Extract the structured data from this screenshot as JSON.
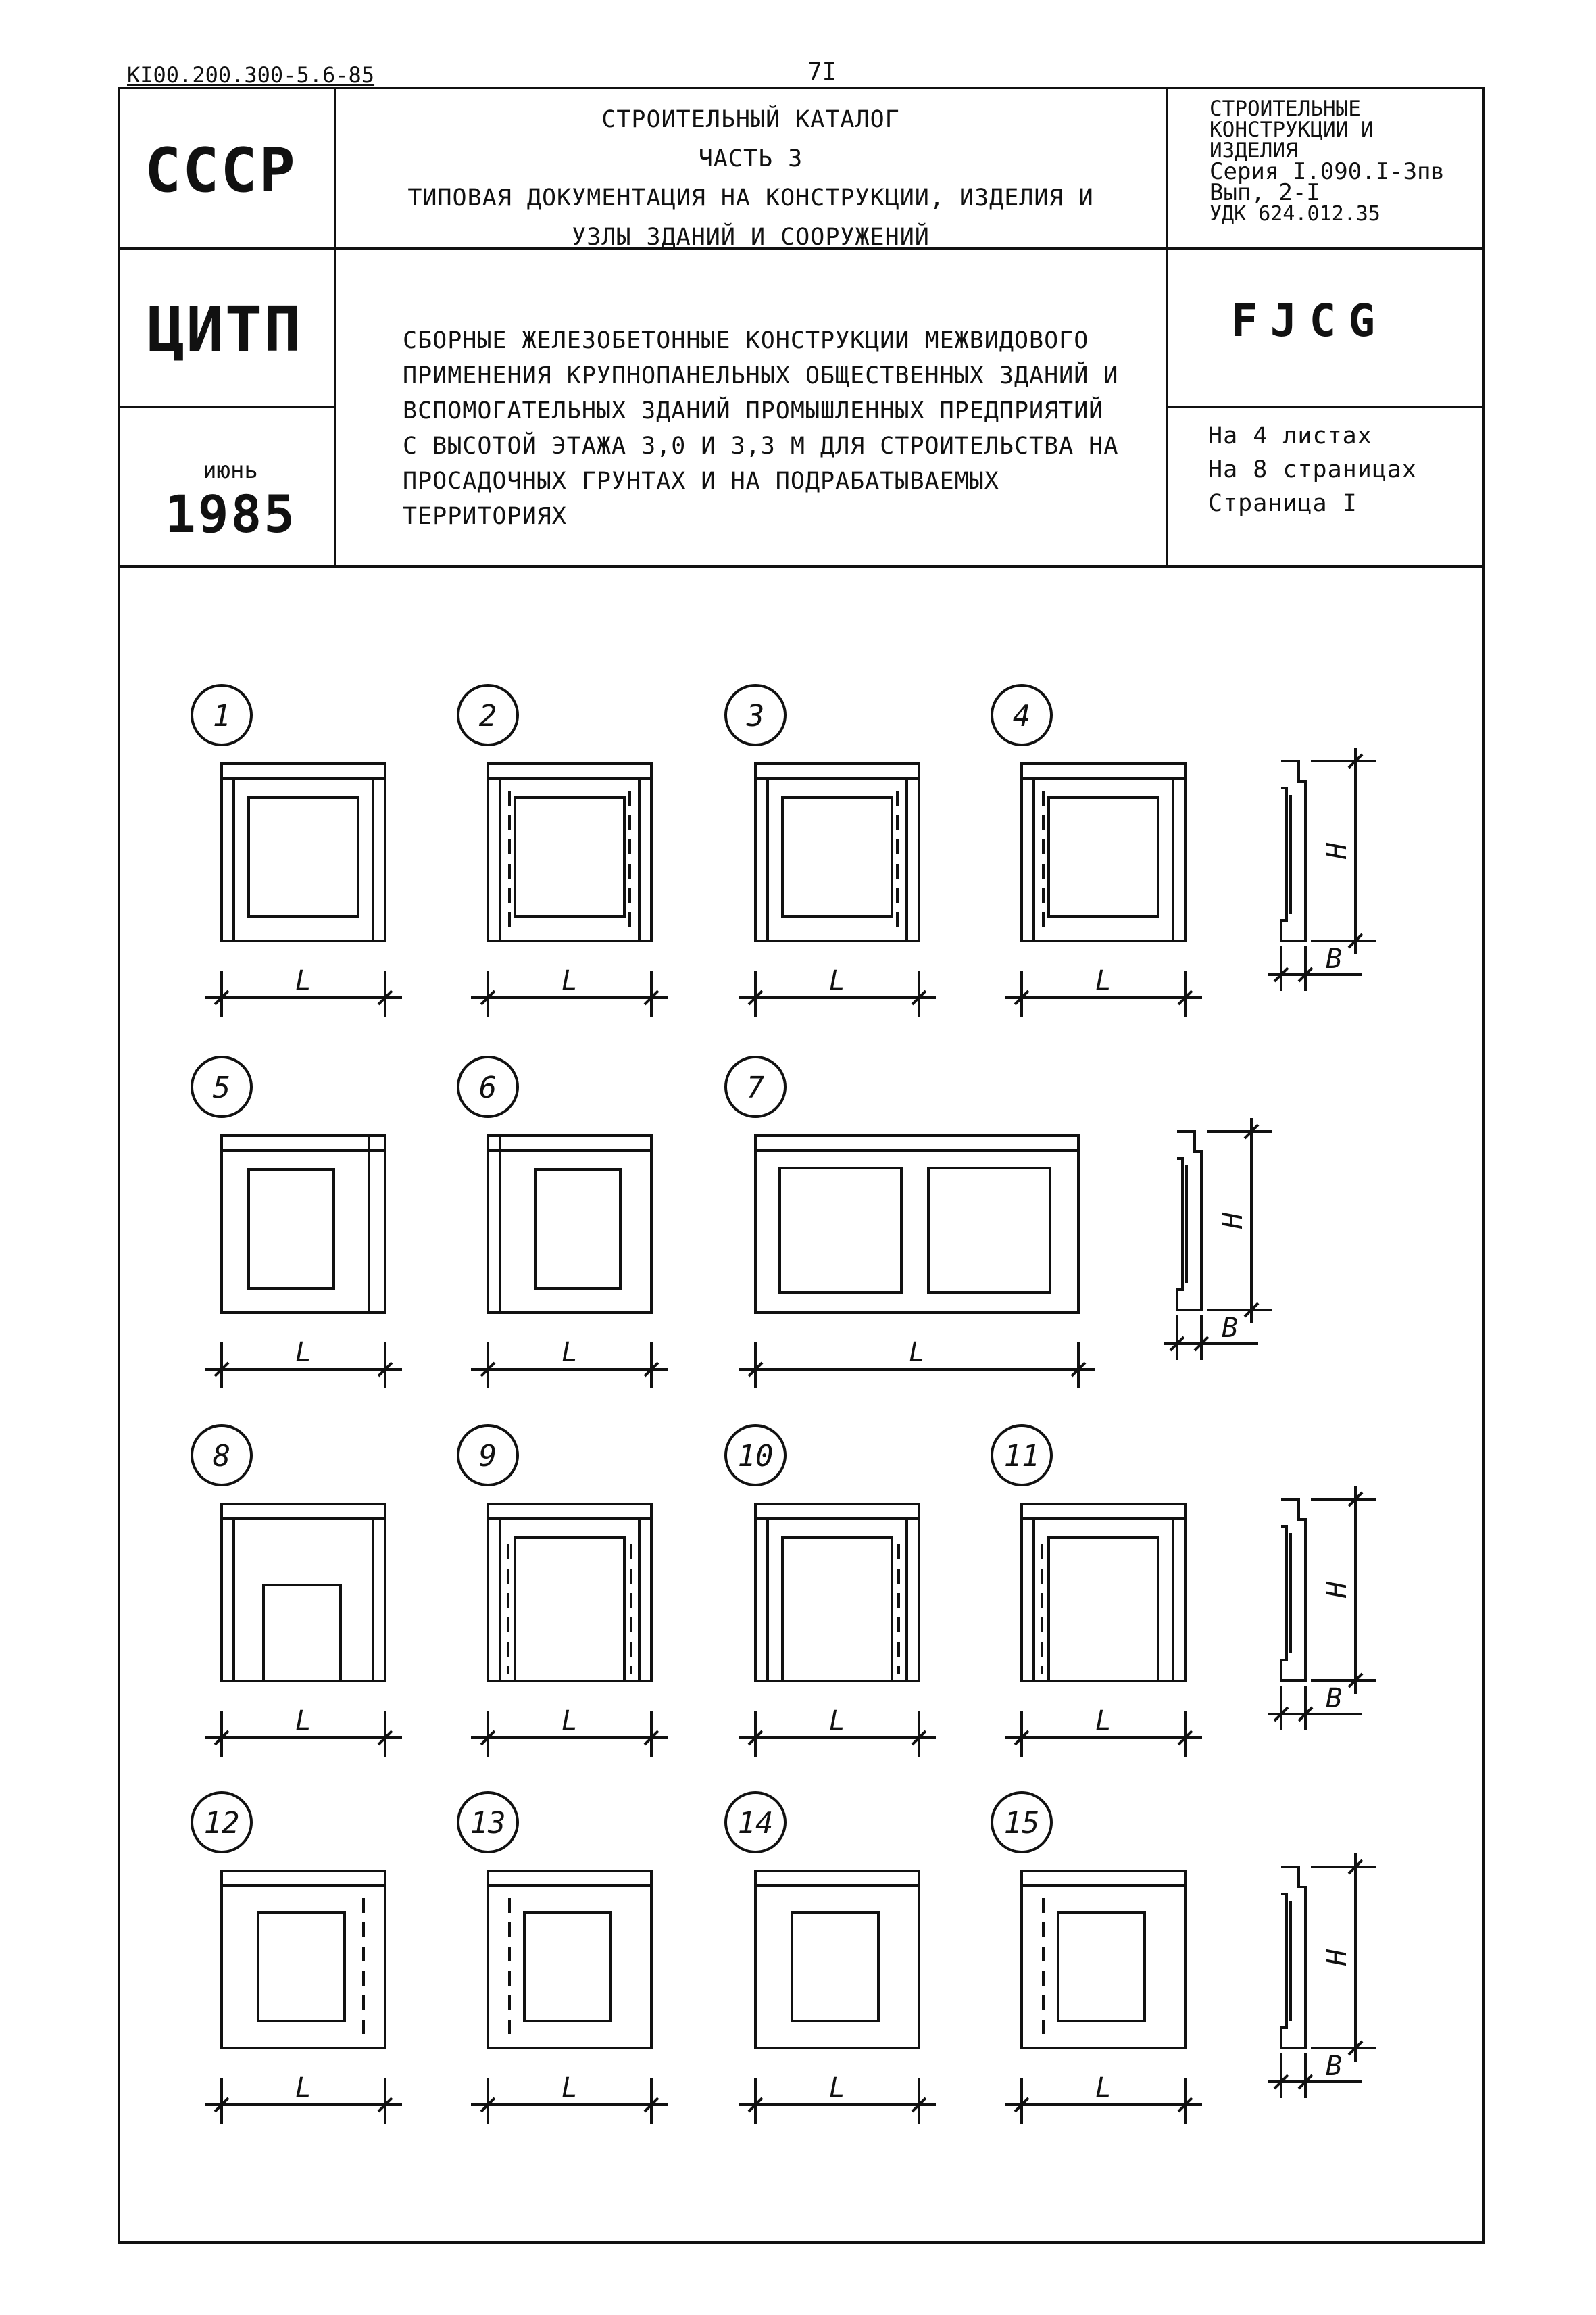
{
  "doc_code": "KI00.200.300-5.6-85",
  "page_number": "7I",
  "stamp": {
    "country": "СССР",
    "agency": "ЦИТП",
    "month": "июнь",
    "year": "1985"
  },
  "catalog": {
    "lines": [
      "СТРОИТЕЛЬНЫЙ КАТАЛОГ",
      "ЧАСТЬ 3",
      "ТИПОВАЯ ДОКУМЕНТАЦИЯ НА КОНСТРУКЦИИ, ИЗДЕЛИЯ И",
      "УЗЛЫ ЗДАНИЙ И СООРУЖЕНИЙ"
    ]
  },
  "section": {
    "lines": [
      "СТРОИТЕЛЬНЫЕ",
      "КОНСТРУКЦИИ И",
      "ИЗДЕЛИЯ",
      "Серия I.090.I-3пв",
      "Вып, 2-I",
      "УДК 624.012.35"
    ]
  },
  "title": {
    "lines": [
      "СБОРНЫЕ ЖЕЛЕЗОБЕТОННЫЕ КОНСТРУКЦИИ МЕЖВИДОВОГО",
      "ПРИМЕНЕНИЯ КРУПНОПАНЕЛЬНЫХ ОБЩЕСТВЕННЫХ ЗДАНИЙ И",
      "ВСПОМОГАТЕЛЬНЫХ ЗДАНИЙ ПРОМЫШЛЕННЫХ ПРЕДПРИЯТИЙ",
      "С ВЫСОТОЙ ЭТАЖА 3,0 И 3,3 М ДЛЯ СТРОИТЕЛЬСТВА НА",
      "ПРОСАДОЧНЫХ ГРУНТАХ И НА ПОДРАБАТЫВАЕМЫХ ТЕРРИТОРИЯХ"
    ]
  },
  "code": "FJCG",
  "sheets": {
    "lines": [
      "На 4 листах",
      "На 8 страницах",
      "Страница I"
    ]
  },
  "dimensions": {
    "length": "L",
    "height": "H",
    "thickness": "B"
  },
  "panels": [
    {
      "number": "1",
      "variant": "window-solid"
    },
    {
      "number": "2",
      "variant": "window-dashed"
    },
    {
      "number": "3",
      "variant": "window-dashed-right"
    },
    {
      "number": "4",
      "variant": "window-dashed-left"
    },
    {
      "number": "5",
      "variant": "window-narrow-right"
    },
    {
      "number": "6",
      "variant": "window-narrow-left"
    },
    {
      "number": "7",
      "variant": "double-window"
    },
    {
      "number": "8",
      "variant": "door-low"
    },
    {
      "number": "9",
      "variant": "portal-dashed"
    },
    {
      "number": "10",
      "variant": "portal-dashed-right"
    },
    {
      "number": "11",
      "variant": "portal-dashed-left"
    },
    {
      "number": "12",
      "variant": "small-window-dashed-right"
    },
    {
      "number": "13",
      "variant": "small-window-dashed-left"
    },
    {
      "number": "14",
      "variant": "small-window-solid"
    },
    {
      "number": "15",
      "variant": "small-window-dashed-left"
    }
  ]
}
